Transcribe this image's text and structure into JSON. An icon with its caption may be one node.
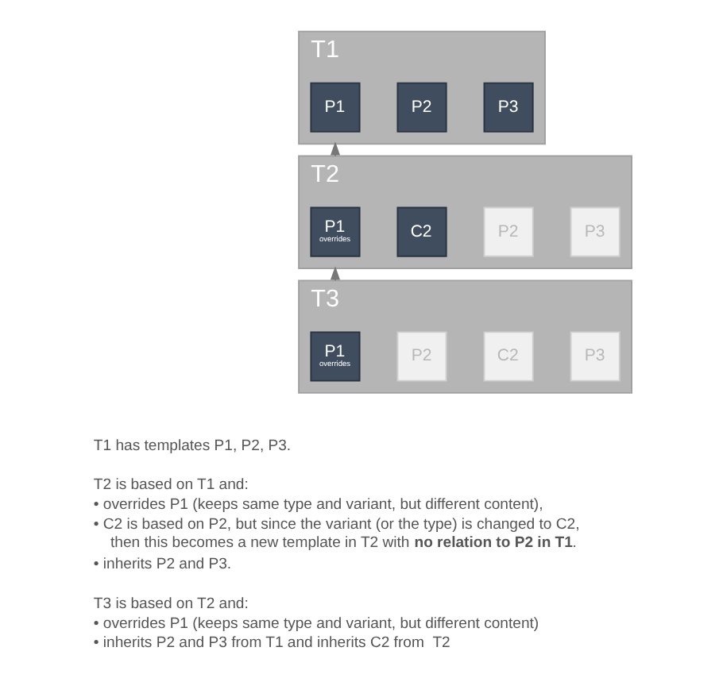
{
  "diagram": {
    "nodes": [
      {
        "text": [
          "T1"
        ]
      },
      {
        "text": [
          "P1"
        ],
        "in": 0
      },
      {
        "text": [
          "P2"
        ],
        "in": 0
      },
      {
        "text": [
          "P3"
        ],
        "in": 0
      },
      {
        "text": [
          "T2"
        ]
      },
      {
        "text": [
          "P1",
          "overrides"
        ],
        "in": 4
      },
      {
        "text": [
          "C2"
        ],
        "in": 4
      },
      {
        "text": [
          "P2"
        ],
        "in": 4
      },
      {
        "text": [
          "P3"
        ],
        "in": 4
      },
      {
        "text": [
          "T3"
        ]
      },
      {
        "text": [
          "P1",
          "overrides"
        ],
        "in": 9
      },
      {
        "text": [
          "P2"
        ],
        "in": 9
      },
      {
        "text": [
          "C2"
        ],
        "in": 9
      },
      {
        "text": [
          "P3"
        ],
        "in": 9
      }
    ],
    "edges": [
      {
        "from": 4,
        "to": 0,
        "arrow": "to"
      },
      {
        "from": 9,
        "to": 4,
        "arrow": "to"
      }
    ],
    "labels": [
      "T1 has templates P1, P2, P3.",
      "T2 is based on T1 and:",
      "• overrides P1 (keeps same type and variant, but different content),",
      "• C2 is based on P2, but since the variant (or the type) is changed to C2, then this becomes a new template in T2 with **no relation to P2 in T1**.",
      "• inherits P2 and P3.",
      "T3 is based on T2 and:",
      "• overrides P1 (keeps same type and variant, but different content)",
      "• inherits P2 and P3 from T1 and inherits C2 from  T2"
    ]
  }
}
